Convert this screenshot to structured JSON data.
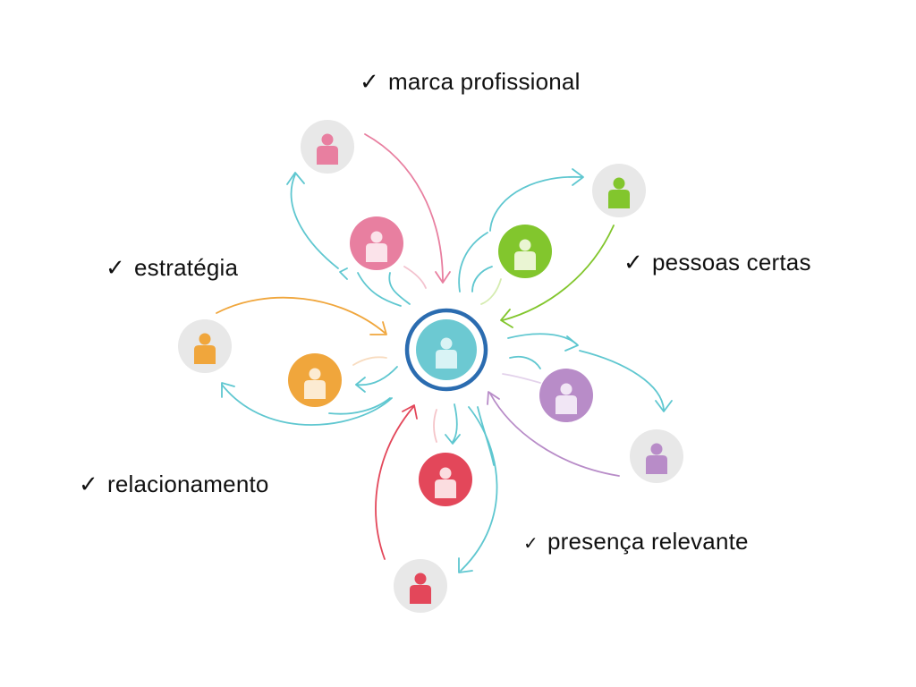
{
  "labels": {
    "marca": "marca profissional",
    "estrategia": "estratégia",
    "pessoas": "pessoas certas",
    "relacionamento": "relacionamento",
    "presenca": "presença relevante",
    "check": "✓"
  },
  "colors": {
    "teal": "#5fc7d0",
    "center_ring": "#2b6cb0",
    "center_fill": "#6cc9d2",
    "pink": "#e87fa0",
    "green": "#82c62d",
    "orange": "#f0a63c",
    "purple": "#b88cc8",
    "red": "#e3475a",
    "outer_bg": "#e8e8e8"
  },
  "icons": {
    "person": "person-icon",
    "check": "checkmark-icon"
  }
}
